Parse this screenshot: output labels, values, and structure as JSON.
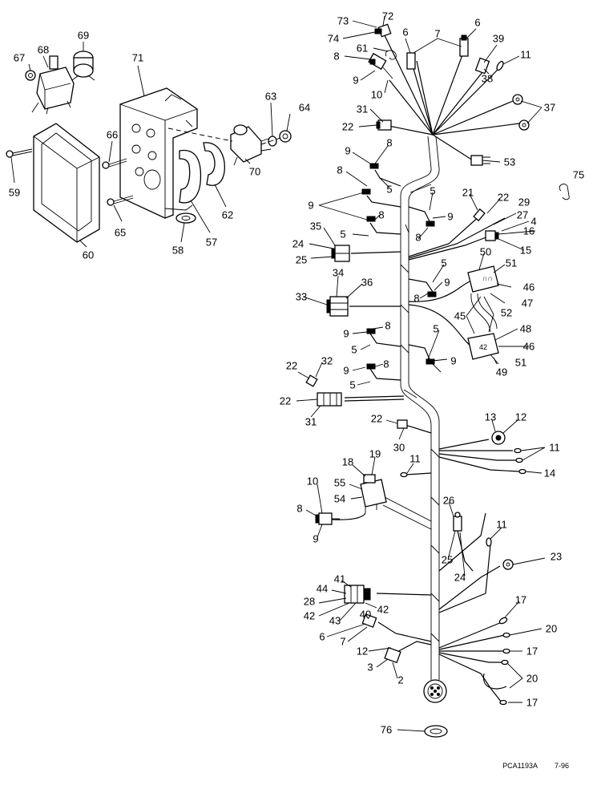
{
  "figure_code": "PCA1193A",
  "figure_date": "7-96",
  "labels": [
    "73",
    "72",
    "74",
    "6",
    "61",
    "7",
    "6",
    "39",
    "8",
    "11",
    "38",
    "9",
    "10",
    "37",
    "31",
    "22",
    "9",
    "8",
    "53",
    "8",
    "75",
    "5",
    "9",
    "5",
    "21",
    "22",
    "29",
    "8",
    "9",
    "27",
    "4",
    "8",
    "35",
    "16",
    "24",
    "5",
    "15",
    "25",
    "5",
    "50",
    "51",
    "34",
    "36",
    "9",
    "46",
    "8",
    "33",
    "47",
    "45",
    "52",
    "48",
    "5",
    "9",
    "46",
    "8",
    "5",
    "9",
    "22",
    "32",
    "9",
    "8",
    "49",
    "51",
    "5",
    "22",
    "31",
    "22",
    "13",
    "12",
    "30",
    "11",
    "11",
    "14",
    "18",
    "19",
    "10",
    "55",
    "54",
    "8",
    "26",
    "9",
    "11",
    "25",
    "24",
    "23",
    "41",
    "44",
    "28",
    "42",
    "42",
    "43",
    "40",
    "17",
    "6",
    "7",
    "20",
    "12",
    "17",
    "3",
    "2",
    "20",
    "17",
    "76",
    "67",
    "68",
    "69",
    "71",
    "63",
    "64",
    "66",
    "59",
    "60",
    "65",
    "70",
    "62",
    "57",
    "58"
  ]
}
